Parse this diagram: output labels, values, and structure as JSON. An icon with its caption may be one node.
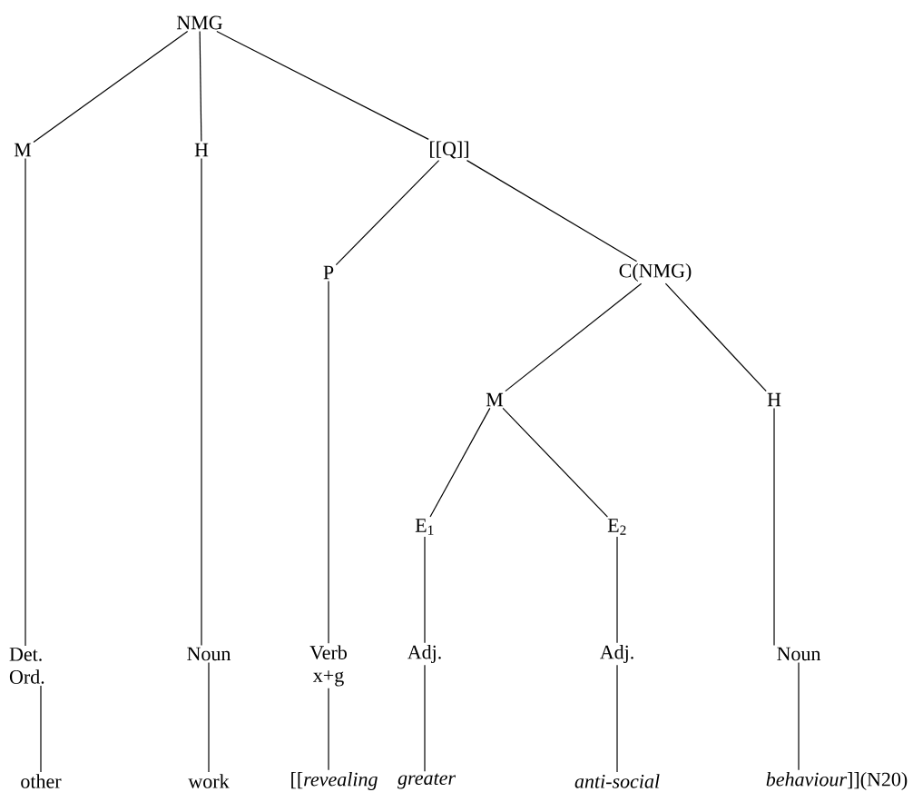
{
  "diagram": {
    "nodes": [
      {
        "text": [
          "NMG"
        ]
      },
      {
        "text": [
          "M"
        ]
      },
      {
        "text": [
          "H"
        ]
      },
      {
        "text": [
          "[[Q]]"
        ]
      },
      {
        "text": [
          "P"
        ]
      },
      {
        "text": [
          "C(NMG)"
        ]
      },
      {
        "text": [
          "M"
        ]
      },
      {
        "text": [
          "H"
        ]
      },
      {
        "text": [
          "E$_{1}$"
        ]
      },
      {
        "text": [
          "E$_{2}$"
        ]
      },
      {
        "text": [
          "Det. Ord."
        ]
      },
      {
        "text": [
          "Noun"
        ]
      },
      {
        "text": [
          "Verb x+g"
        ]
      },
      {
        "text": [
          "Adj."
        ]
      },
      {
        "text": [
          "Adj."
        ]
      },
      {
        "text": [
          "Noun"
        ]
      },
      {
        "text": [
          "other"
        ]
      },
      {
        "text": [
          "work"
        ]
      },
      {
        "text": [
          "[[*revealing*"
        ]
      },
      {
        "text": [
          "greater"
        ]
      },
      {
        "text": [
          "anti-social"
        ]
      },
      {
        "text": [
          "*behaviour*]](N20)"
        ]
      }
    ],
    "edges": [
      {
        "from": 0,
        "to": 1,
        "arrow": "none"
      },
      {
        "from": 0,
        "to": 2,
        "arrow": "none"
      },
      {
        "from": 0,
        "to": 3,
        "arrow": "none"
      },
      {
        "from": 3,
        "to": 4,
        "arrow": "none"
      },
      {
        "from": 3,
        "to": 5,
        "arrow": "none"
      },
      {
        "from": 5,
        "to": 6,
        "arrow": "none"
      },
      {
        "from": 5,
        "to": 7,
        "arrow": "none"
      },
      {
        "from": 6,
        "to": 8,
        "arrow": "none"
      },
      {
        "from": 6,
        "to": 9,
        "arrow": "none"
      },
      {
        "from": 1,
        "to": 10,
        "arrow": "none"
      },
      {
        "from": 2,
        "to": 11,
        "arrow": "none"
      },
      {
        "from": 4,
        "to": 12,
        "arrow": "none"
      },
      {
        "from": 8,
        "to": 13,
        "arrow": "none"
      },
      {
        "from": 9,
        "to": 14,
        "arrow": "none"
      },
      {
        "from": 7,
        "to": 15,
        "arrow": "none"
      },
      {
        "from": 10,
        "to": 16,
        "arrow": "none"
      },
      {
        "from": 11,
        "to": 17,
        "arrow": "none"
      },
      {
        "from": 12,
        "to": 18,
        "arrow": "none"
      },
      {
        "from": 13,
        "to": 19,
        "arrow": "none"
      },
      {
        "from": 14,
        "to": 20,
        "arrow": "none"
      },
      {
        "from": 15,
        "to": 21,
        "arrow": "none"
      }
    ]
  }
}
